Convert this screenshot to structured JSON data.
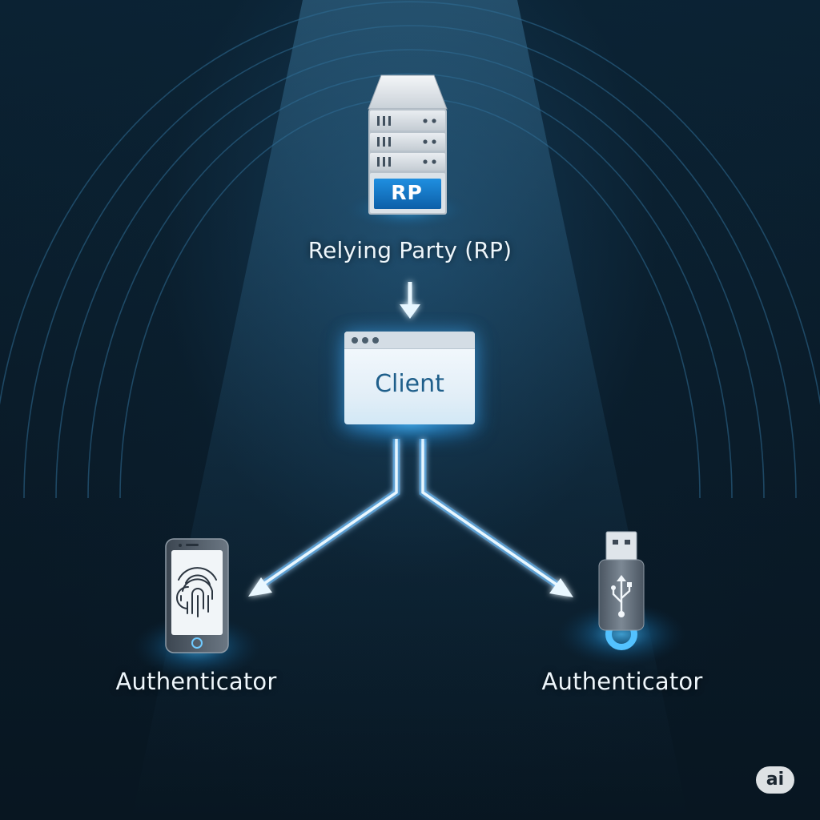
{
  "server": {
    "badge": "RP",
    "label": "Relying Party (RP)"
  },
  "client": {
    "label": "Client"
  },
  "authenticators": [
    {
      "label": "Authenticator",
      "icon": "smartphone-fingerprint-icon"
    },
    {
      "label": "Authenticator",
      "icon": "usb-security-key-icon"
    }
  ],
  "watermark": {
    "text": "ai"
  },
  "colors": {
    "background": "#0a1c2a",
    "accent_glow": "#38b6ff",
    "connector": "#e6f6ff",
    "label_text": "#eef6fb",
    "client_text": "#1f5f8b"
  }
}
